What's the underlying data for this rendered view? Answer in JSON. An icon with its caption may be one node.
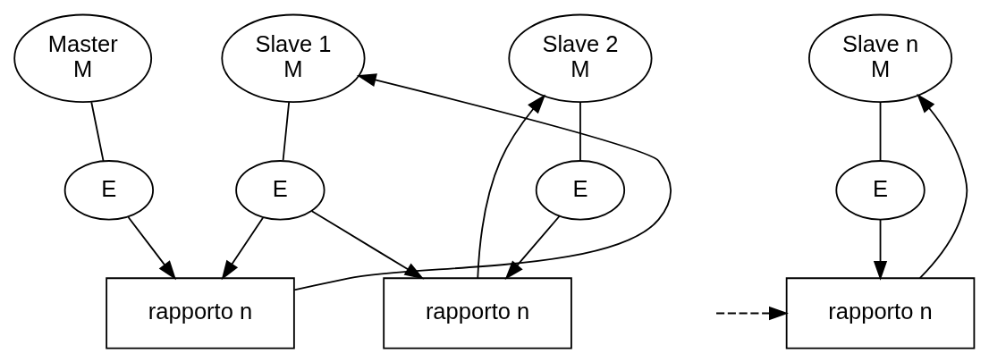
{
  "diagram": {
    "nodes": [
      {
        "text": [
          "Master",
          "M"
        ]
      },
      {
        "text": [
          "E"
        ]
      },
      {
        "text": [
          "Slave 1",
          "M"
        ]
      },
      {
        "text": [
          "E"
        ]
      },
      {
        "text": [
          "Slave 2",
          "M"
        ]
      },
      {
        "text": [
          "E"
        ]
      },
      {
        "text": [
          "Slave n",
          "M"
        ]
      },
      {
        "text": [
          "E"
        ]
      },
      {
        "text": [
          "rapporto n"
        ]
      },
      {
        "text": [
          "rapporto n"
        ]
      },
      {
        "text": [
          "rapporto n"
        ]
      }
    ],
    "edges": [
      {
        "from": 0,
        "to": 1,
        "arrow": "none"
      },
      {
        "from": 2,
        "to": 3,
        "arrow": "none"
      },
      {
        "from": 4,
        "to": 5,
        "arrow": "none"
      },
      {
        "from": 6,
        "to": 7,
        "arrow": "none"
      },
      {
        "from": 1,
        "to": 8,
        "arrow": "to"
      },
      {
        "from": 8,
        "to": 2,
        "arrow": "to"
      },
      {
        "from": 3,
        "to": 8,
        "arrow": "to"
      },
      {
        "from": 3,
        "to": 9,
        "arrow": "to"
      },
      {
        "from": 9,
        "to": 4,
        "arrow": "to"
      },
      {
        "from": 5,
        "to": 9,
        "arrow": "to"
      },
      {
        "from": null,
        "to": 10,
        "arrow": "to",
        "style": "dashed"
      },
      {
        "from": 10,
        "to": 6,
        "arrow": "to"
      },
      {
        "from": 7,
        "to": 10,
        "arrow": "to"
      }
    ]
  }
}
